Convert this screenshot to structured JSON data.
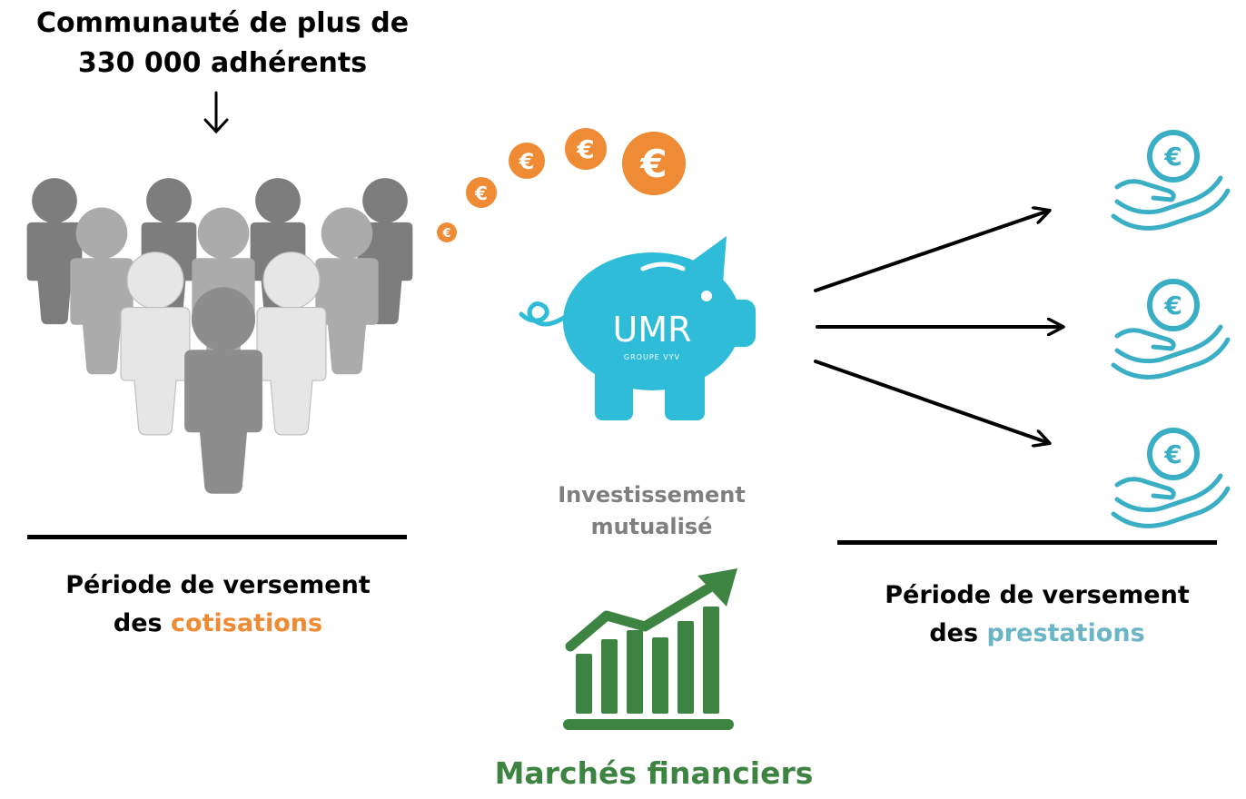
{
  "headline": {
    "line1": "Communauté de plus de",
    "line2": "330 000 adhérents"
  },
  "left_caption": {
    "line1": "Période de versement",
    "line2_prefix": "des ",
    "line2_highlight": "cotisations"
  },
  "right_caption": {
    "line1": "Période de versement",
    "line2_prefix": "des ",
    "line2_highlight": "prestations"
  },
  "center": {
    "invest_line1": "Investissement",
    "invest_line2": "mutualisé",
    "markets_label": "Marchés financiers",
    "piggy_logo": "UMR",
    "piggy_logo_sub": "GROUPE VYV"
  },
  "coin_symbol": "€",
  "colors": {
    "orange": "#ef8a35",
    "teal": "#2fbcd8",
    "teal_hand": "#3aaec4",
    "green": "#3d8341",
    "grey_text": "#7f7f7f",
    "black": "#000000"
  },
  "icons": {
    "crowd": "people-crowd-icon",
    "piggy": "piggy-bank-icon",
    "coins": "euro-coin-icon",
    "hands": "hand-holding-euro-icon",
    "growth": "growth-chart-icon",
    "arrows": "arrow-icon"
  }
}
